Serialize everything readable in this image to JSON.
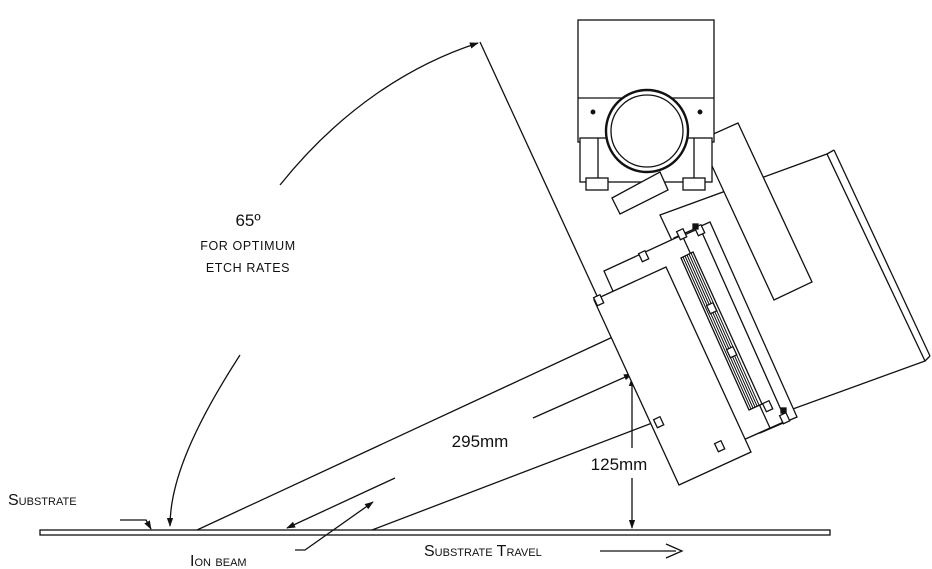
{
  "annotations": {
    "angle_value": "65º",
    "angle_note_line1": "for optimum",
    "angle_note_line2": "etch rates",
    "beam_length": "295mm",
    "height": "125mm",
    "substrate": "Substrate",
    "ion_beam": "Ion beam",
    "travel": "Substrate Travel"
  },
  "colors": {
    "line": "#111111",
    "fill": "#ffffff"
  }
}
